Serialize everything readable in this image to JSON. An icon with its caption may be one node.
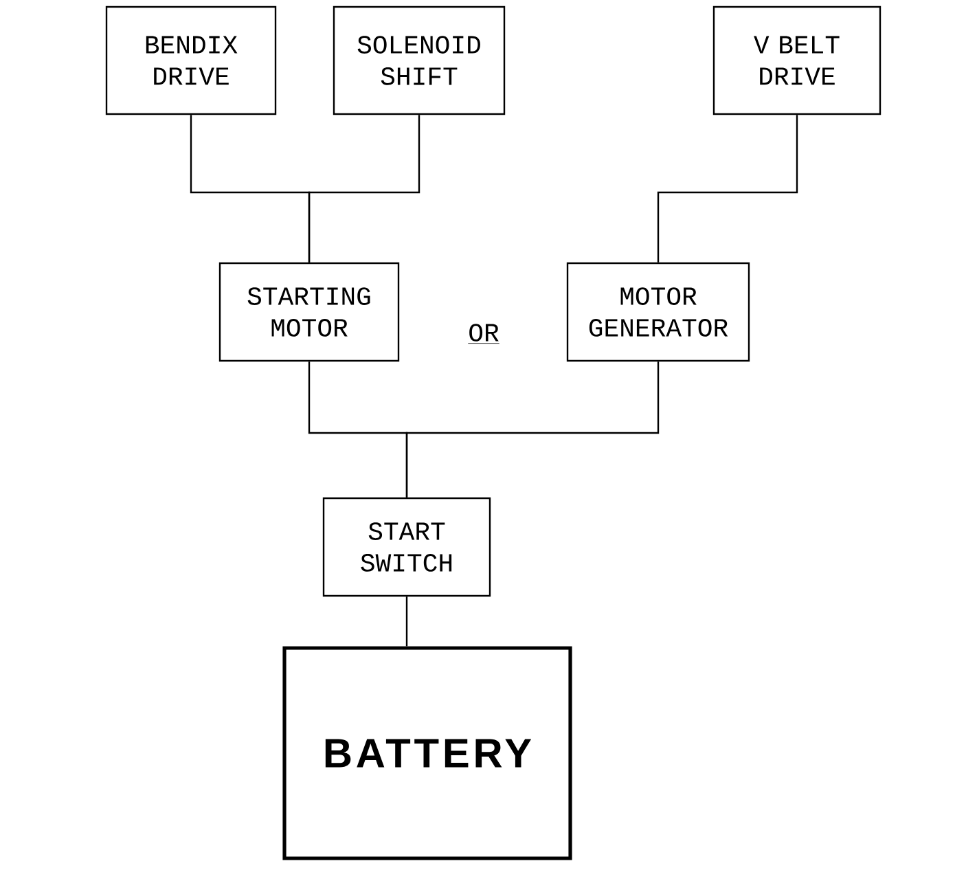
{
  "diagram": {
    "nodes": [
      {
        "text": [
          "BENDIX DRIVE"
        ]
      },
      {
        "text": [
          "SOLENOID SHIFT"
        ]
      },
      {
        "text": [
          "V BELT DRIVE"
        ]
      },
      {
        "text": [
          "STARTING MOTOR"
        ]
      },
      {
        "text": [
          "MOTOR GENERATOR"
        ]
      },
      {
        "text": [
          "START SWITCH"
        ]
      },
      {
        "text": [
          "BATTERY"
        ]
      }
    ],
    "edges": [
      {
        "from": 0,
        "to": 3,
        "arrow": "none"
      },
      {
        "from": 1,
        "to": 3,
        "arrow": "none"
      },
      {
        "from": 2,
        "to": 4,
        "arrow": "none"
      },
      {
        "from": 3,
        "to": 5,
        "arrow": "none"
      },
      {
        "from": 4,
        "to": 5,
        "arrow": "none"
      },
      {
        "from": 5,
        "to": 6,
        "arrow": "none"
      }
    ],
    "labels": [
      "OR"
    ]
  }
}
